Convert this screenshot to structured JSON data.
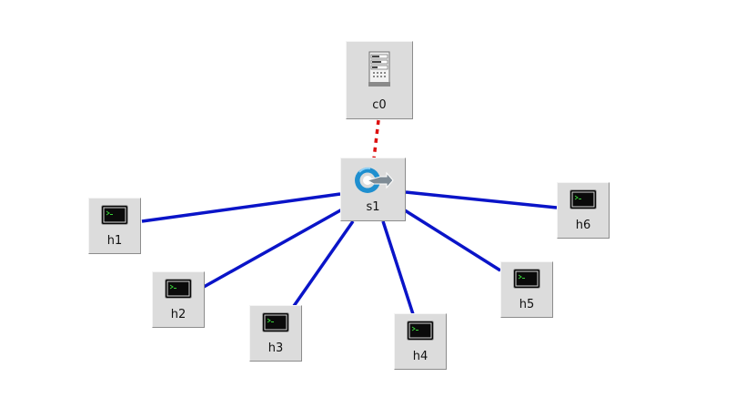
{
  "topology": {
    "controller": {
      "label": "c0",
      "icon": "controller-server-icon"
    },
    "switch": {
      "label": "s1",
      "icon": "switch-icon"
    },
    "hosts": [
      {
        "label": "h1",
        "icon": "terminal-host-icon"
      },
      {
        "label": "h2",
        "icon": "terminal-host-icon"
      },
      {
        "label": "h3",
        "icon": "terminal-host-icon"
      },
      {
        "label": "h4",
        "icon": "terminal-host-icon"
      },
      {
        "label": "h5",
        "icon": "terminal-host-icon"
      },
      {
        "label": "h6",
        "icon": "terminal-host-icon"
      }
    ]
  },
  "colors": {
    "data_link": "#0a14c8",
    "control_link": "#dd1111",
    "node_background": "#dcdcdc",
    "terminal_screen": "#050505",
    "terminal_prompt": "#39d139"
  }
}
